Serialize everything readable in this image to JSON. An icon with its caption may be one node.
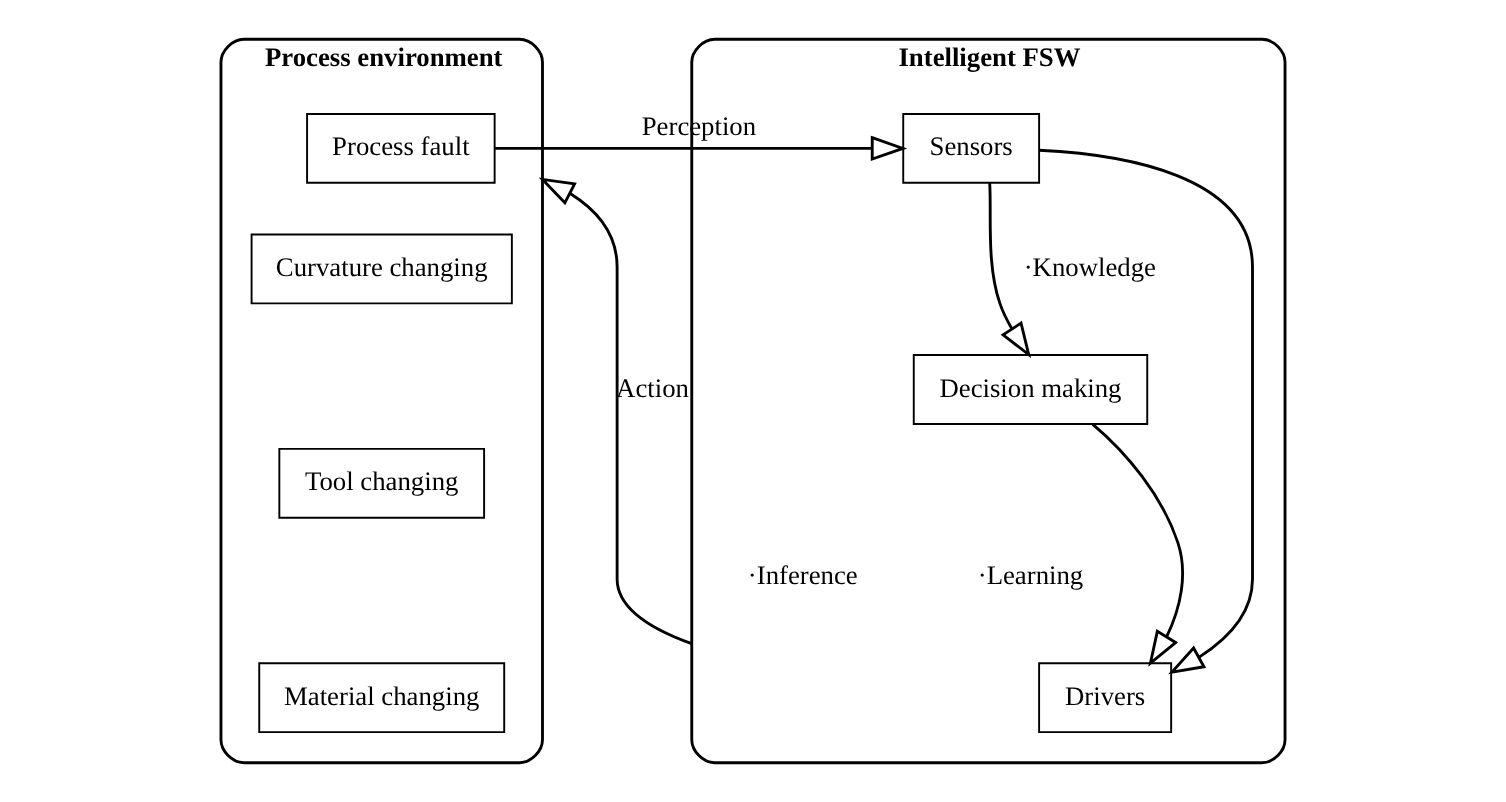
{
  "diagram": {
    "nodes": [
      {
        "text": [
          "Process environment"
        ]
      },
      {
        "text": [
          "Process fault"
        ],
        "in": 0
      },
      {
        "text": [
          "Curvature changing"
        ],
        "in": 0
      },
      {
        "text": [
          "Tool changing"
        ],
        "in": 0
      },
      {
        "text": [
          "Material changing"
        ],
        "in": 0
      },
      {
        "text": [
          "Intelligent FSW"
        ]
      },
      {
        "text": [
          "Sensors"
        ],
        "in": 5
      },
      {
        "text": [
          "Decision making"
        ],
        "in": 5
      },
      {
        "text": [
          "Drivers"
        ],
        "in": 5
      }
    ],
    "edges": [
      {
        "from": 1,
        "to": 6,
        "arrow": "to",
        "label": "Perception"
      },
      {
        "from": 6,
        "to": 8,
        "arrow": "to"
      },
      {
        "from": 6,
        "to": 7,
        "arrow": "to"
      },
      {
        "from": 7,
        "to": 8,
        "arrow": "to"
      },
      {
        "from": 5,
        "to": 0,
        "arrow": "to",
        "label": "Action"
      }
    ],
    "labels": [
      "·Knowledge",
      "·Inference",
      "·Learning"
    ]
  }
}
